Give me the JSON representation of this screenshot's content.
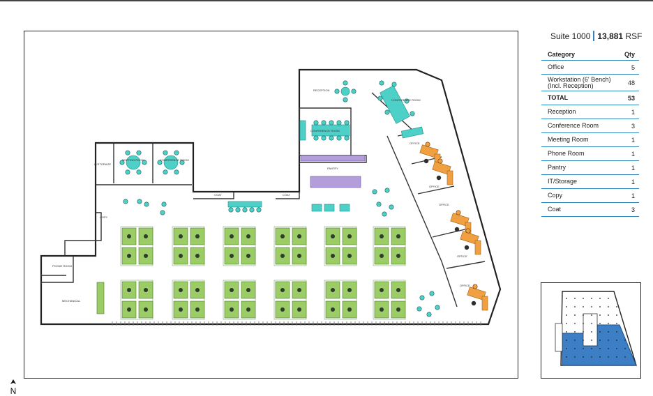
{
  "suite": {
    "name": "Suite 1000",
    "area": "13,881",
    "unit": "RSF"
  },
  "table": {
    "header": {
      "category": "Category",
      "qty": "Qty"
    },
    "rows": [
      {
        "category": "Office",
        "qty": "5"
      },
      {
        "category": "Workstation (6' Bench)\n(Incl. Reception)",
        "qty": "48"
      },
      {
        "category": "TOTAL",
        "qty": "53",
        "total": true
      },
      {
        "category": "Reception",
        "qty": "1"
      },
      {
        "category": "Conference Room",
        "qty": "3"
      },
      {
        "category": "Meeting Room",
        "qty": "1"
      },
      {
        "category": "Phone Room",
        "qty": "1"
      },
      {
        "category": "Pantry",
        "qty": "1"
      },
      {
        "category": "IT/Storage",
        "qty": "1"
      },
      {
        "category": "Copy",
        "qty": "1"
      },
      {
        "category": "Coat",
        "qty": "3"
      }
    ]
  },
  "plan_labels": {
    "reception": "RECEPTION",
    "conference_1": "CONFERENCE ROOM",
    "conference_2": "CONFERENCE ROOM",
    "meeting": "MEETING ROOM",
    "conference_3": "CONFERENCE ROOM",
    "it_storage": "IT/STORAGE",
    "pantry": "PANTRY",
    "coat_1": "COAT",
    "coat_2": "COAT",
    "copy": "COPY",
    "phone": "PHONE ROOM",
    "mechanical": "MECHANICAL",
    "office_1": "OFFICE",
    "office_2": "OFFICE",
    "office_3": "OFFICE",
    "office_4": "OFFICE",
    "office_5": "OFFICE"
  },
  "compass_label": "N",
  "colors": {
    "workstation": "#9ccc65",
    "office_furniture": "#f0a040",
    "conference_furniture": "#4dd0c8",
    "pantry": "#b39ddb",
    "table_rule": "#2e86c1",
    "keyplan_highlight": "#3d7fc4"
  }
}
